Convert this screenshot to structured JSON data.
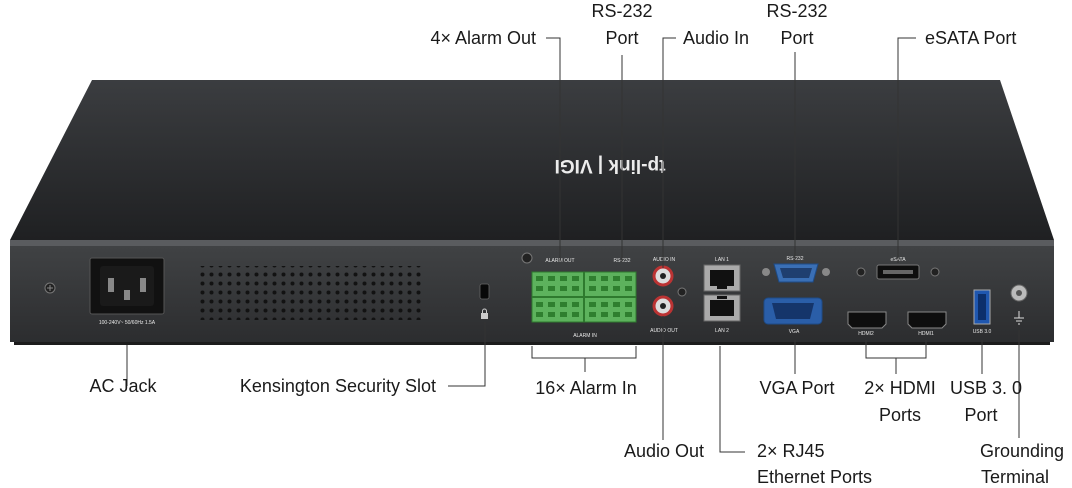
{
  "brand": {
    "logo_text": "tp-link | VIGI"
  },
  "callouts": {
    "alarm_out": "4× Alarm Out",
    "rs232_left_l1": "RS-232",
    "rs232_left_l2": "Port",
    "audio_in": "Audio In",
    "rs232_right_l1": "RS-232",
    "rs232_right_l2": "Port",
    "esata": "eSATA Port",
    "ac_jack": "AC Jack",
    "kensington": "Kensington Security Slot",
    "alarm_in": "16× Alarm In",
    "vga": "VGA Port",
    "hdmi_l1": "2× HDMI",
    "hdmi_l2": "Ports",
    "usb_l1": "USB 3. 0",
    "usb_l2": "Port",
    "audio_out": "Audio Out",
    "rj45_l1": "2× RJ45",
    "rj45_l2": "Ethernet Ports",
    "grounding_l1": "Grounding",
    "grounding_l2": "Terminal"
  },
  "panel_labels": {
    "power_rating": "100-240V~ 50/60Hz 1.5A",
    "alarm_out": "ALARM OUT",
    "rs232": "RS-232",
    "alarm_in": "ALARM IN",
    "audio_in": "AUDIO IN",
    "audio_out": "AUDIO OUT",
    "lan1": "LAN 1",
    "lan2": "LAN 2",
    "rs232_db9": "RS-232",
    "vga": "VGA",
    "esata": "eSATA",
    "hdmi2": "HDMI2",
    "hdmi1": "HDMI1",
    "usb": "USB 3.0"
  }
}
